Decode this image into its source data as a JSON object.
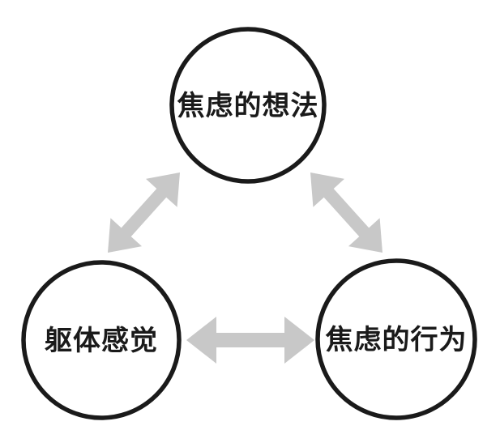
{
  "diagram": {
    "title": "anxiety-cycle",
    "nodes": [
      {
        "id": "anxious-thoughts",
        "label": "焦虑的想法"
      },
      {
        "id": "bodily-sensations",
        "label": "躯体感觉"
      },
      {
        "id": "anxious-behaviors",
        "label": "焦虑的行为"
      }
    ],
    "edges": [
      {
        "from": "anxious-thoughts",
        "to": "bodily-sensations",
        "bidirectional": true
      },
      {
        "from": "anxious-thoughts",
        "to": "anxious-behaviors",
        "bidirectional": true
      },
      {
        "from": "bodily-sensations",
        "to": "anxious-behaviors",
        "bidirectional": true
      }
    ],
    "colors": {
      "background": "#ffffff",
      "circle_fill": "#ffffff",
      "outline": "#1a1a1a",
      "text": "#1a1a1a",
      "arrow": "#c8c8c8"
    }
  }
}
